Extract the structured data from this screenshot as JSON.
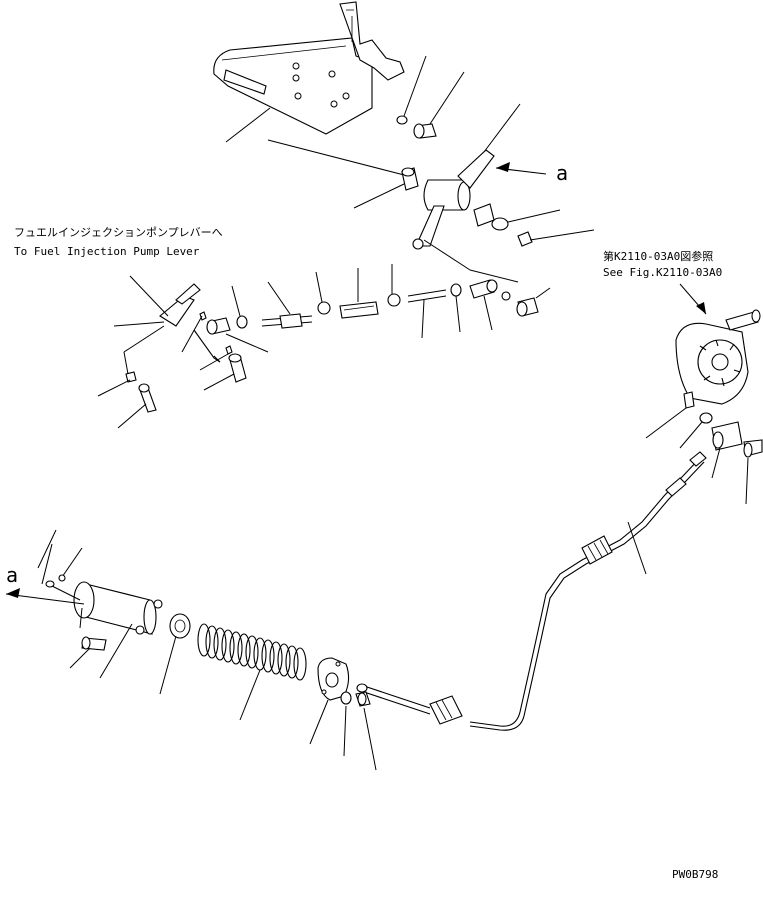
{
  "diagram": {
    "ref_a_upper": "a",
    "ref_a_lower": "a",
    "fuel_lever_jp": "フュエルインジェクションポンプレバーへ",
    "fuel_lever_en": "To Fuel Injection Pump Lever",
    "see_fig_jp": "第K2110-03A0図参照",
    "see_fig_en": "See Fig.K2110-03A0",
    "drawing_id": "PW0B798"
  }
}
